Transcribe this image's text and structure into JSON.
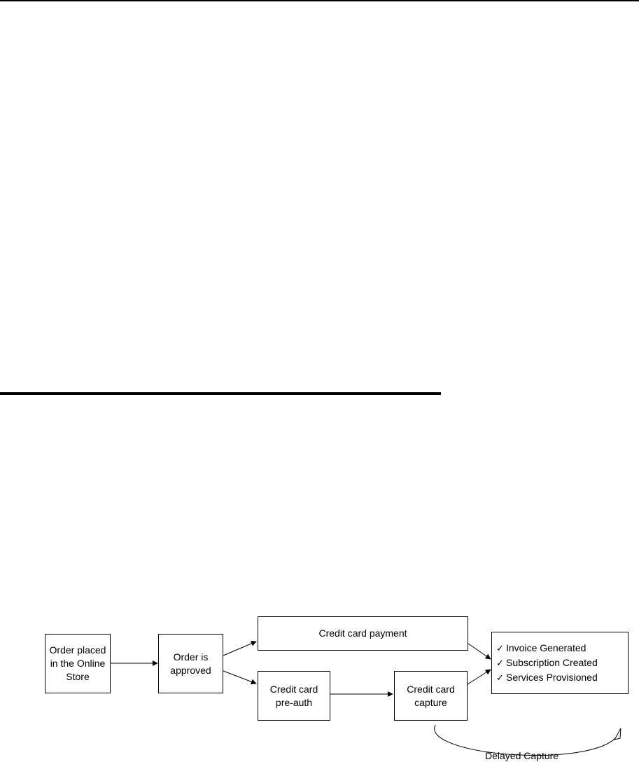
{
  "diagram": {
    "nodes": {
      "order_placed": "Order placed\nin the Online\nStore",
      "order_approved": "Order is\napproved",
      "cc_payment": "Credit card payment",
      "cc_preauth": "Credit card\npre-auth",
      "cc_capture": "Credit card\ncapture"
    },
    "outcomes": [
      "Invoice Generated",
      "Subscription Created",
      "Services Provisioned"
    ],
    "check_icon": "check-icon",
    "delayed_capture_label": "Delayed Capture"
  }
}
